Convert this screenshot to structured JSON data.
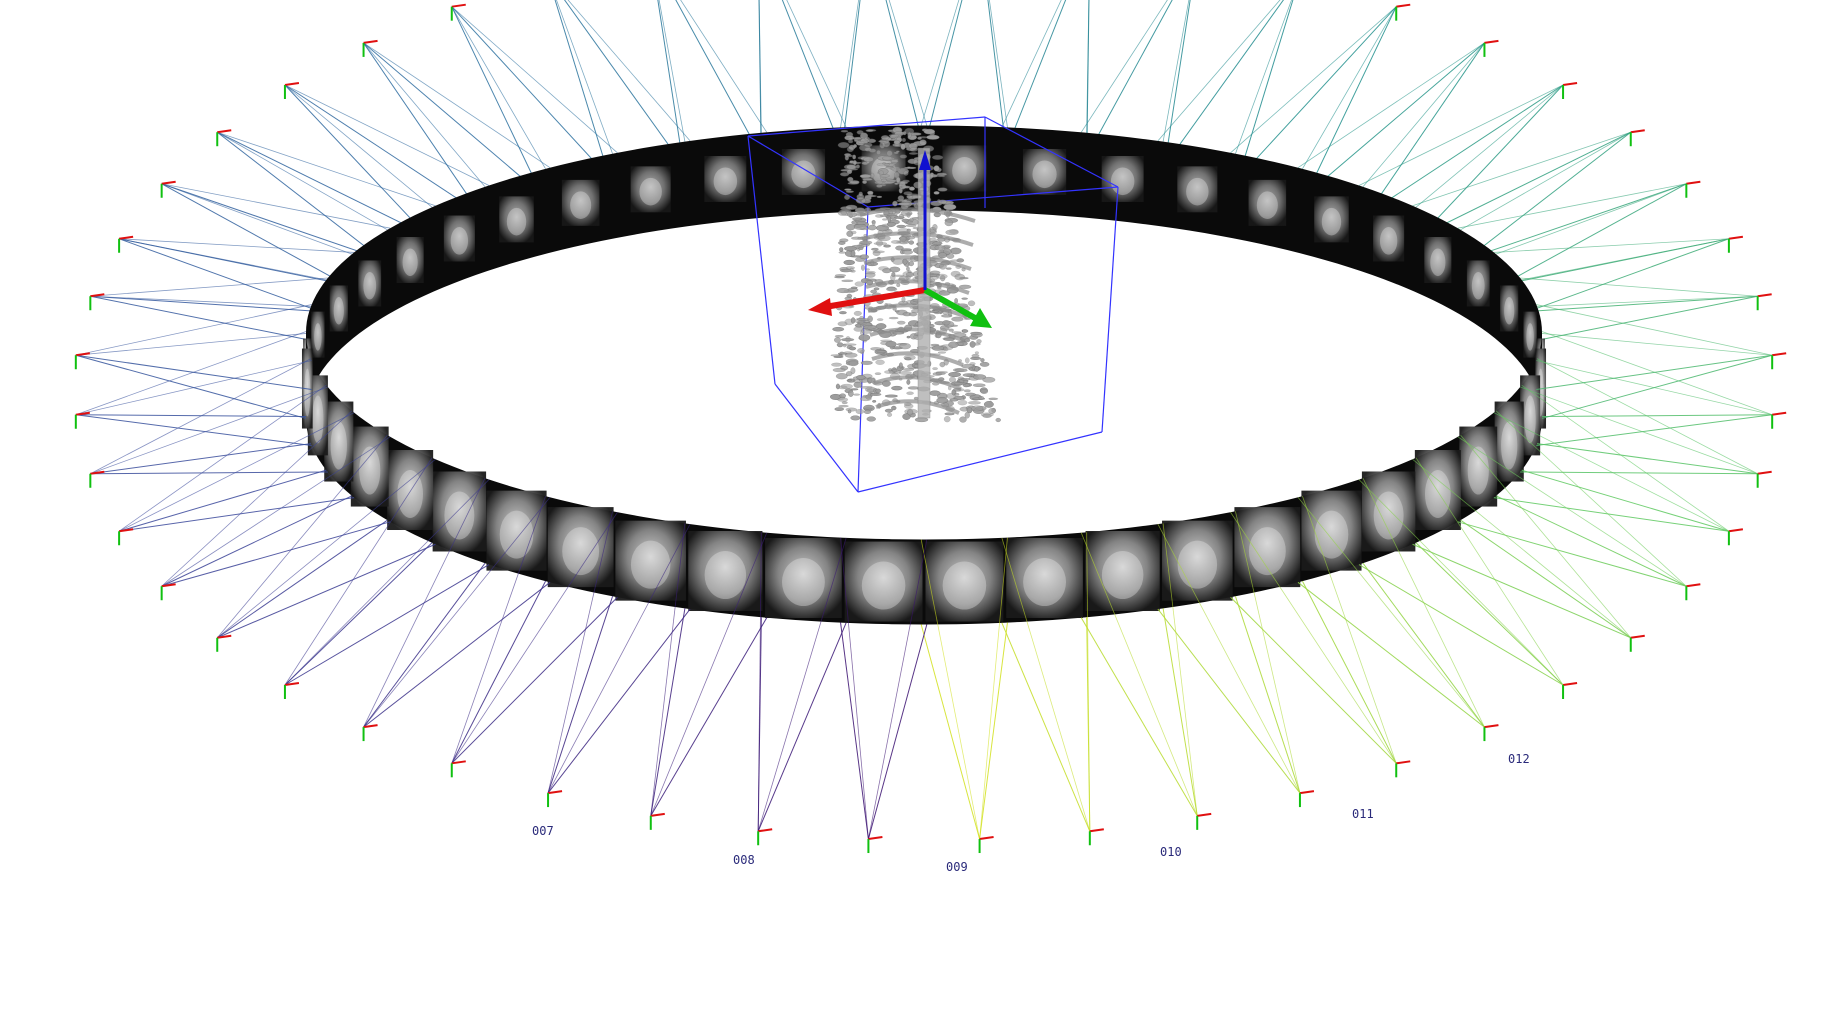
{
  "scene": {
    "background": "#ffffff",
    "ring_color": "#0a0a0a",
    "bbox_color": "#3333ff",
    "frame_count": 48,
    "camera_count": 48,
    "axes": {
      "x_color": "#e01010",
      "y_color": "#10c010",
      "z_color": "#1010d0"
    },
    "ray_palette": [
      "#3b0f70",
      "#3b4a9c",
      "#2c6fa0",
      "#21918c",
      "#5ec962",
      "#d8e219"
    ],
    "camera_labels": [
      {
        "text": "007"
      },
      {
        "text": "008"
      },
      {
        "text": "009"
      },
      {
        "text": "010"
      },
      {
        "text": "011"
      },
      {
        "text": "012"
      }
    ]
  }
}
